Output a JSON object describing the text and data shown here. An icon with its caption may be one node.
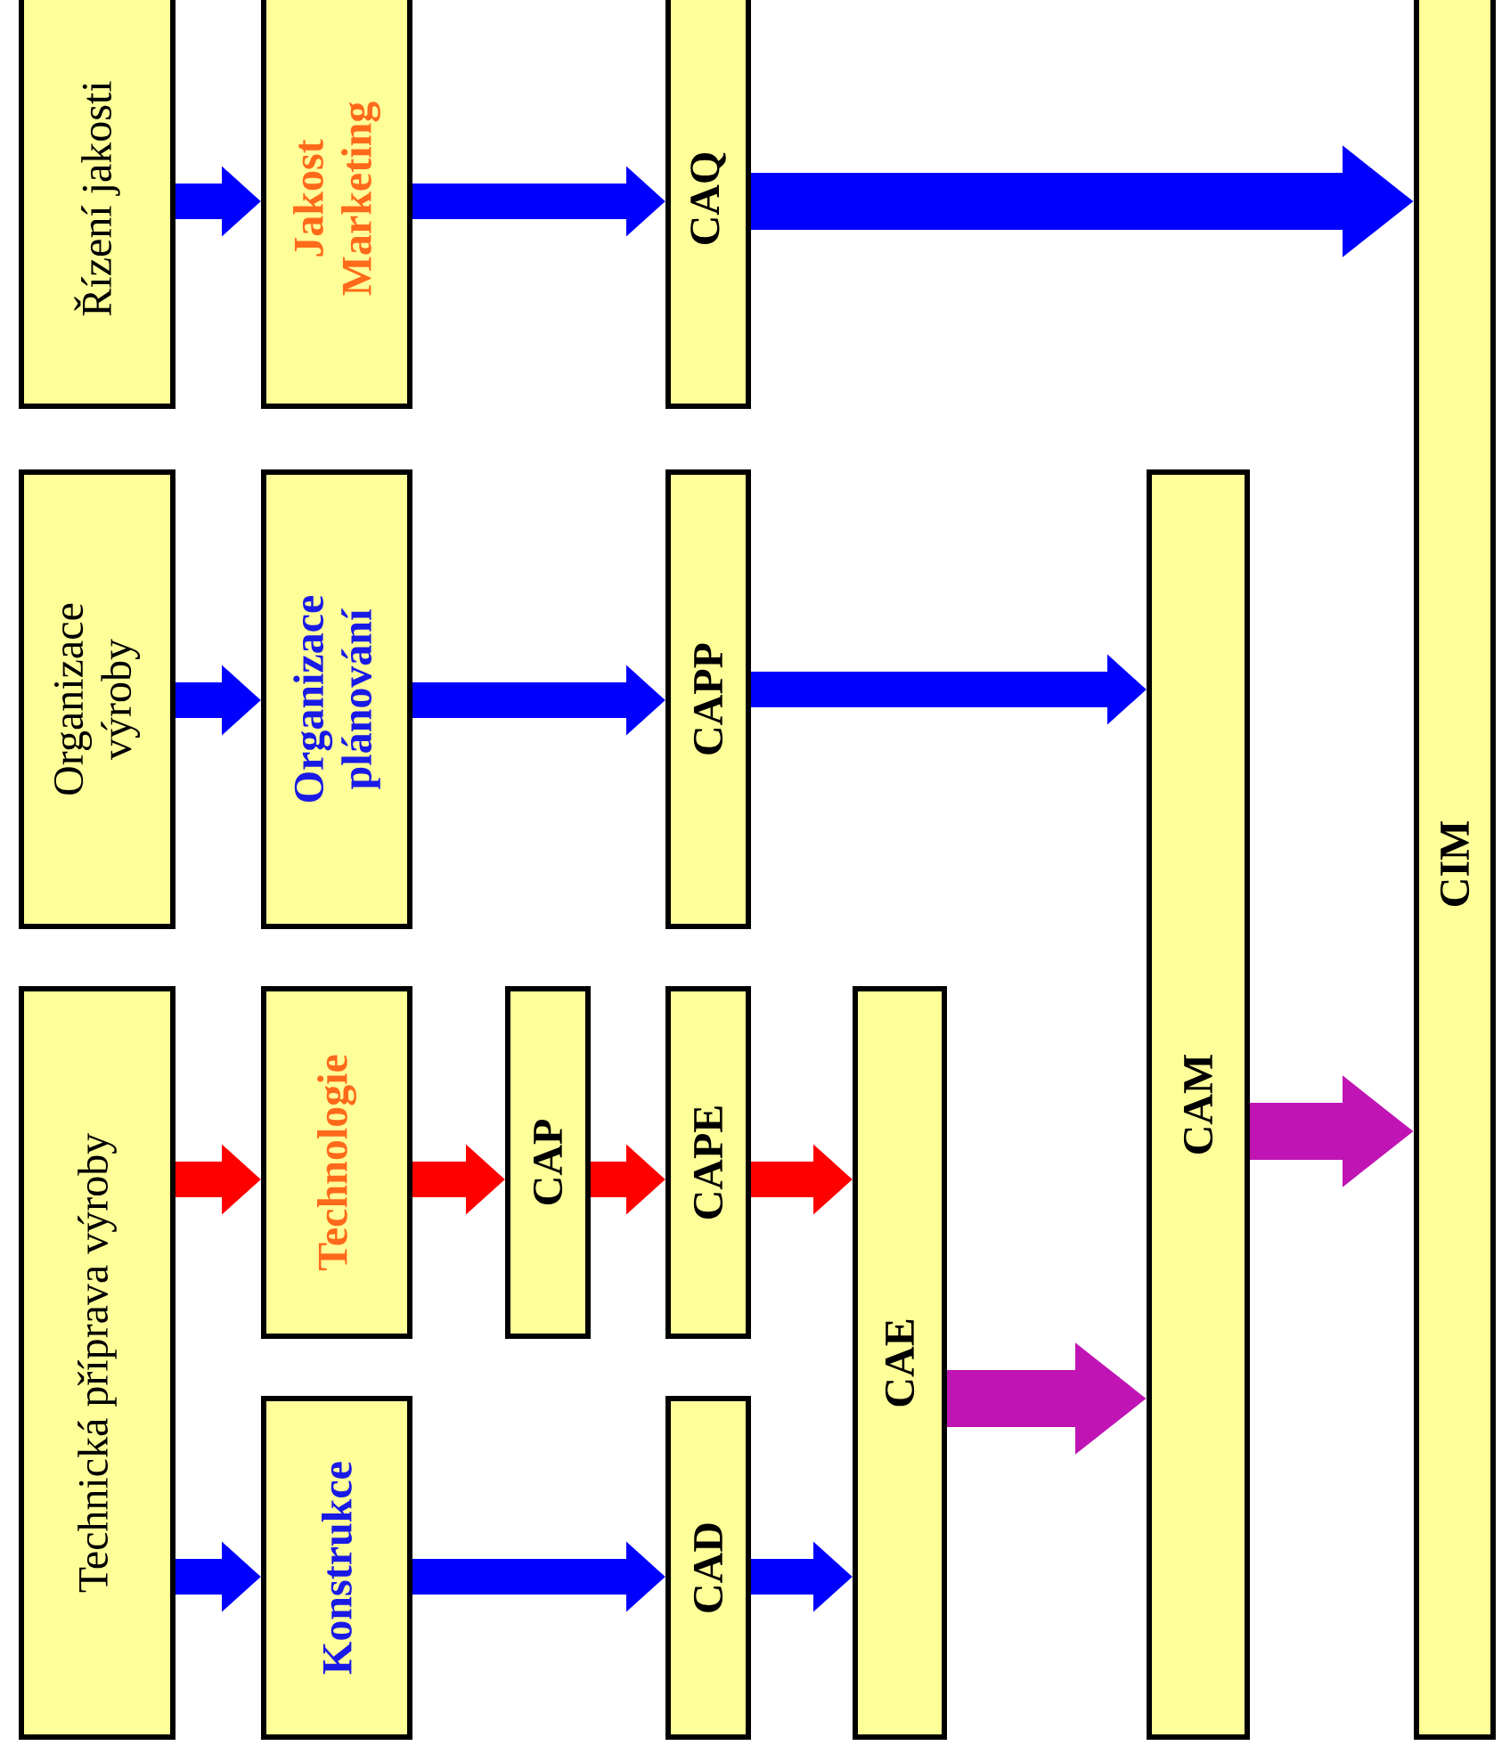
{
  "diagram": {
    "nodes": [
      {
        "text": [
          "Řízení jakosti"
        ]
      },
      {
        "text": [
          "Jakost Marketing"
        ]
      },
      {
        "text": [
          "CAQ"
        ]
      },
      {
        "text": [
          "CIM"
        ]
      },
      {
        "text": [
          "Organizace výroby"
        ]
      },
      {
        "text": [
          "Organizace plánování"
        ]
      },
      {
        "text": [
          "CAPP"
        ]
      },
      {
        "text": [
          "CAM"
        ]
      },
      {
        "text": [
          "Technická příprava výroby"
        ]
      },
      {
        "text": [
          "Technologie"
        ]
      },
      {
        "text": [
          "CAP"
        ]
      },
      {
        "text": [
          "CAPE"
        ]
      },
      {
        "text": [
          "Konstrukce"
        ]
      },
      {
        "text": [
          "CAD"
        ]
      },
      {
        "text": [
          "CAE"
        ]
      }
    ],
    "edges": [
      {
        "from": 0,
        "to": 1,
        "arrow": "to"
      },
      {
        "from": 1,
        "to": 2,
        "arrow": "to"
      },
      {
        "from": 2,
        "to": 3,
        "arrow": "to"
      },
      {
        "from": 4,
        "to": 5,
        "arrow": "to"
      },
      {
        "from": 5,
        "to": 6,
        "arrow": "to"
      },
      {
        "from": 6,
        "to": 7,
        "arrow": "to"
      },
      {
        "from": 8,
        "to": 9,
        "arrow": "to",
        "color": "#ff0000"
      },
      {
        "from": 9,
        "to": 10,
        "arrow": "to",
        "color": "#ff0000"
      },
      {
        "from": 10,
        "to": 11,
        "arrow": "to",
        "color": "#ff0000"
      },
      {
        "from": 11,
        "to": 14,
        "arrow": "to",
        "color": "#ff0000"
      },
      {
        "from": 8,
        "to": 12,
        "arrow": "to"
      },
      {
        "from": 12,
        "to": 13,
        "arrow": "to"
      },
      {
        "from": 13,
        "to": 14,
        "arrow": "to"
      },
      {
        "from": 14,
        "to": 7,
        "arrow": "to",
        "color": "#c014b4"
      },
      {
        "from": 7,
        "to": 3,
        "arrow": "to",
        "color": "#c014b4"
      }
    ]
  }
}
